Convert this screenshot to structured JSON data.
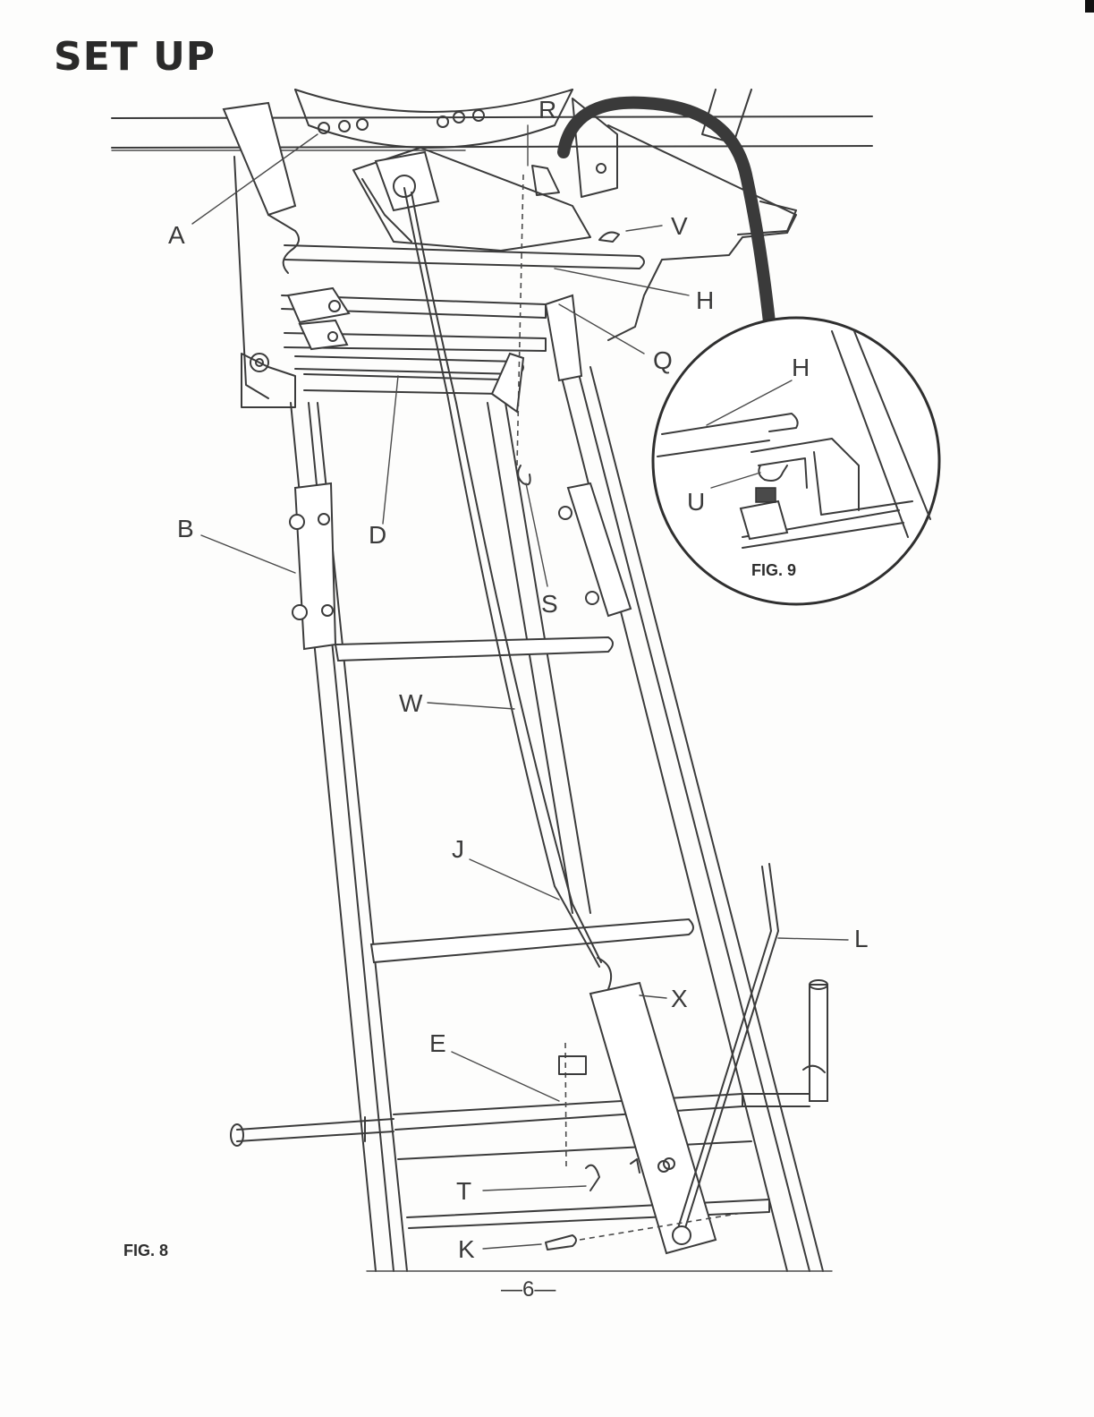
{
  "header": {
    "title": "SET UP"
  },
  "figures": {
    "fig8": "FIG. 8",
    "fig9": "FIG. 9"
  },
  "labels": {
    "A": "A",
    "B": "B",
    "D": "D",
    "E": "E",
    "H": "H",
    "H9": "H",
    "J": "J",
    "K": "K",
    "L": "L",
    "Q": "Q",
    "R": "R",
    "S": "S",
    "T": "T",
    "U": "U",
    "V": "V",
    "W": "W",
    "X": "X"
  },
  "footer": {
    "page_number": "—6—"
  }
}
